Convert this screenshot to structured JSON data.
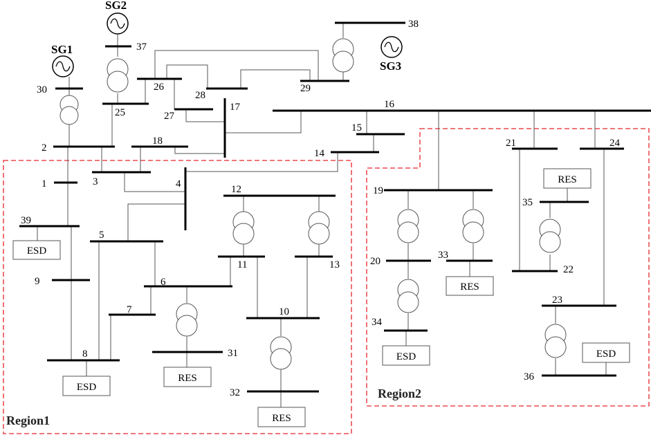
{
  "buses": [
    "1",
    "2",
    "3",
    "4",
    "5",
    "6",
    "7",
    "8",
    "9",
    "10",
    "11",
    "12",
    "13",
    "14",
    "15",
    "16",
    "17",
    "18",
    "19",
    "20",
    "21",
    "22",
    "23",
    "24",
    "25",
    "26",
    "27",
    "28",
    "29",
    "30",
    "31",
    "32",
    "33",
    "34",
    "35",
    "36",
    "37",
    "38",
    "39"
  ],
  "generators": [
    "SG1",
    "SG2",
    "SG3"
  ],
  "devices": {
    "esd": "ESD",
    "res": "RES"
  },
  "regions": [
    "Region1",
    "Region2"
  ],
  "colors": {
    "region_border": "#e8242a",
    "bus": "#000000",
    "line": "#555555"
  }
}
